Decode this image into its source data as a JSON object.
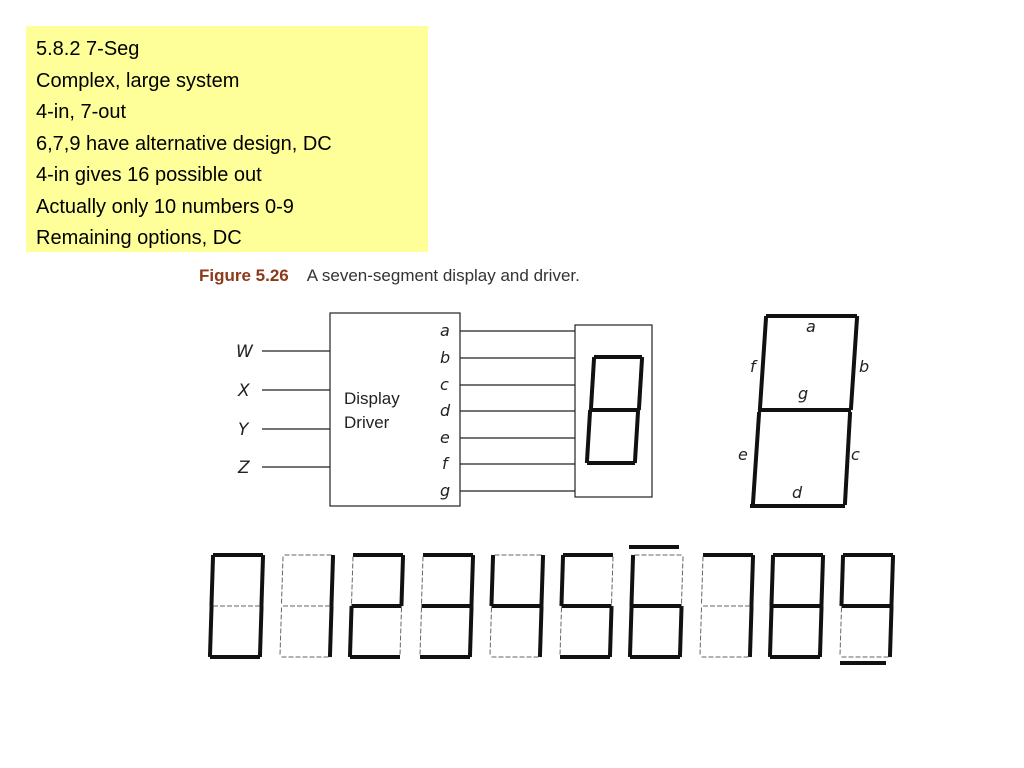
{
  "notes": {
    "lines": [
      "5.8.2 7-Seg",
      "Complex, large system",
      "4-in, 7-out",
      "6,7,9 have alternative design, DC",
      "4-in gives 16 possible out",
      "Actually only 10 numbers 0-9",
      "Remaining options, DC"
    ]
  },
  "figure": {
    "number": "Figure 5.26",
    "title": "A seven-segment display and driver."
  },
  "driver": {
    "inputs": [
      "W",
      "X",
      "Y",
      "Z"
    ],
    "box_line1": "Display",
    "box_line2": "Driver",
    "outputs": [
      "a",
      "b",
      "c",
      "d",
      "e",
      "f",
      "g"
    ]
  },
  "segment_labels": {
    "a": "a",
    "b": "b",
    "c": "c",
    "d": "d",
    "e": "e",
    "f": "f",
    "g": "g"
  },
  "digits": [
    {
      "digit": "0",
      "on": [
        "a",
        "b",
        "c",
        "d",
        "e",
        "f"
      ]
    },
    {
      "digit": "1",
      "on": [
        "b",
        "c"
      ]
    },
    {
      "digit": "2",
      "on": [
        "a",
        "b",
        "g",
        "e",
        "d"
      ]
    },
    {
      "digit": "3",
      "on": [
        "a",
        "b",
        "g",
        "c",
        "d"
      ]
    },
    {
      "digit": "4",
      "on": [
        "f",
        "g",
        "b",
        "c"
      ]
    },
    {
      "digit": "5",
      "on": [
        "a",
        "f",
        "g",
        "c",
        "d"
      ]
    },
    {
      "digit": "6",
      "on": [
        "f",
        "g",
        "e",
        "d",
        "c"
      ],
      "alt_top": true
    },
    {
      "digit": "7",
      "on": [
        "a",
        "b",
        "c"
      ],
      "alt_f": true
    },
    {
      "digit": "8",
      "on": [
        "a",
        "b",
        "c",
        "d",
        "e",
        "f",
        "g"
      ]
    },
    {
      "digit": "9",
      "on": [
        "a",
        "f",
        "g",
        "b",
        "c"
      ],
      "alt_bottom": true
    }
  ]
}
